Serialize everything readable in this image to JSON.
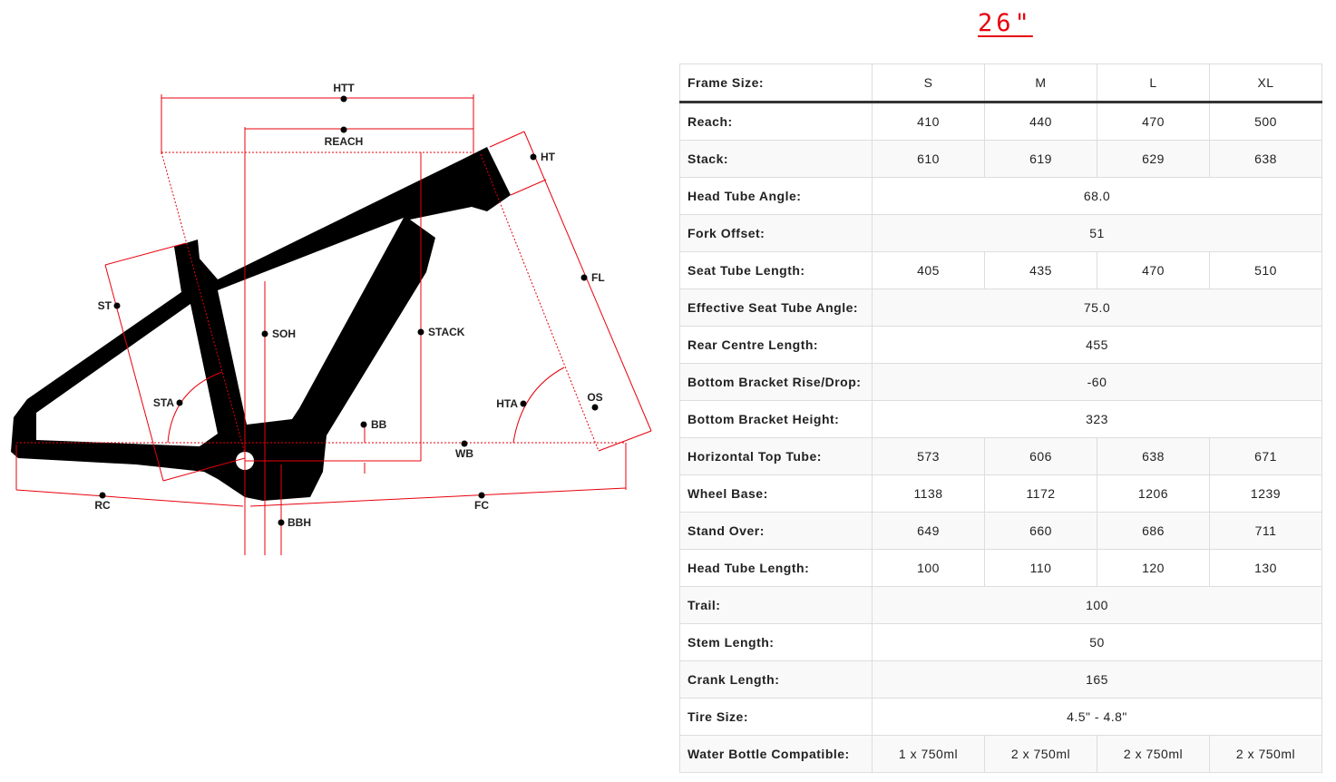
{
  "wheel_size_link": "26\"",
  "diagram": {
    "labels": [
      "HTT",
      "REACH",
      "HT",
      "FL",
      "ST",
      "SOH",
      "STACK",
      "STA",
      "HTA",
      "OS",
      "BB",
      "WB",
      "RC",
      "FC",
      "BBH"
    ]
  },
  "table": {
    "header": {
      "label": "Frame Size:",
      "sizes": [
        "S",
        "M",
        "L",
        "XL"
      ]
    },
    "rows": [
      {
        "label": "Reach:",
        "values": [
          "410",
          "440",
          "470",
          "500"
        ]
      },
      {
        "label": "Stack:",
        "values": [
          "610",
          "619",
          "629",
          "638"
        ]
      },
      {
        "label": "Head Tube Angle:",
        "values": [
          "68.0"
        ]
      },
      {
        "label": "Fork Offset:",
        "values": [
          "51"
        ]
      },
      {
        "label": "Seat Tube Length:",
        "values": [
          "405",
          "435",
          "470",
          "510"
        ]
      },
      {
        "label": "Effective Seat Tube Angle:",
        "values": [
          "75.0"
        ]
      },
      {
        "label": "Rear Centre Length:",
        "values": [
          "455"
        ]
      },
      {
        "label": "Bottom Bracket Rise/Drop:",
        "values": [
          "-60"
        ]
      },
      {
        "label": "Bottom Bracket Height:",
        "values": [
          "323"
        ]
      },
      {
        "label": "Horizontal Top Tube:",
        "values": [
          "573",
          "606",
          "638",
          "671"
        ]
      },
      {
        "label": "Wheel Base:",
        "values": [
          "1138",
          "1172",
          "1206",
          "1239"
        ]
      },
      {
        "label": "Stand Over:",
        "values": [
          "649",
          "660",
          "686",
          "711"
        ]
      },
      {
        "label": "Head Tube Length:",
        "values": [
          "100",
          "110",
          "120",
          "130"
        ]
      },
      {
        "label": "Trail:",
        "values": [
          "100"
        ]
      },
      {
        "label": "Stem Length:",
        "values": [
          "50"
        ]
      },
      {
        "label": "Crank Length:",
        "values": [
          "165"
        ]
      },
      {
        "label": "Tire Size:",
        "values": [
          "4.5\" - 4.8\""
        ]
      },
      {
        "label": "Water Bottle Compatible:",
        "values": [
          "1 x 750ml",
          "2 x 750ml",
          "2 x 750ml",
          "2 x 750ml"
        ]
      }
    ]
  }
}
